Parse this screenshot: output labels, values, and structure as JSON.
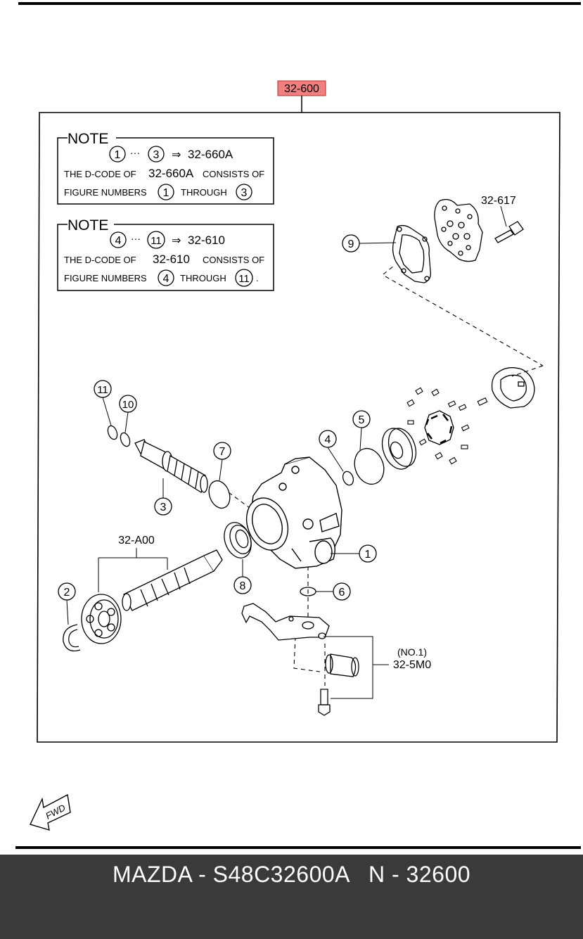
{
  "assembly_code": "32-600",
  "note1": {
    "heading": "NOTE",
    "range_start": "1",
    "range_end": "3",
    "arrow": "⇒",
    "target": "32-660A",
    "line1_pre": "THE D-CODE OF",
    "line1_code": "32-660A",
    "line1_post": "CONSISTS OF",
    "line2_pre": "FIGURE NUMBERS",
    "line2_mid": "THROUGH"
  },
  "note2": {
    "heading": "NOTE",
    "range_start": "4",
    "range_end": "11",
    "arrow": "⇒",
    "target": "32-610",
    "line1_pre": "THE D-CODE OF",
    "line1_code": "32-610",
    "line1_post": "CONSISTS OF",
    "line2_pre": "FIGURE NUMBERS",
    "line2_mid": "THROUGH",
    "line2_end": "."
  },
  "callouts": {
    "c1": "1",
    "c2": "2",
    "c3": "3",
    "c4": "4",
    "c5": "5",
    "c6": "6",
    "c7": "7",
    "c8": "8",
    "c9": "9",
    "c10": "10",
    "c11": "11"
  },
  "part_labels": {
    "bolt_code": "32-617",
    "shaft_code": "32-A00",
    "bracket_note": "(NO.1)",
    "bracket_code": "32-5M0"
  },
  "fwd_label": "FWD",
  "footer": {
    "brand": "MAZDA - S48C32600A",
    "ref": "N - 32600"
  }
}
